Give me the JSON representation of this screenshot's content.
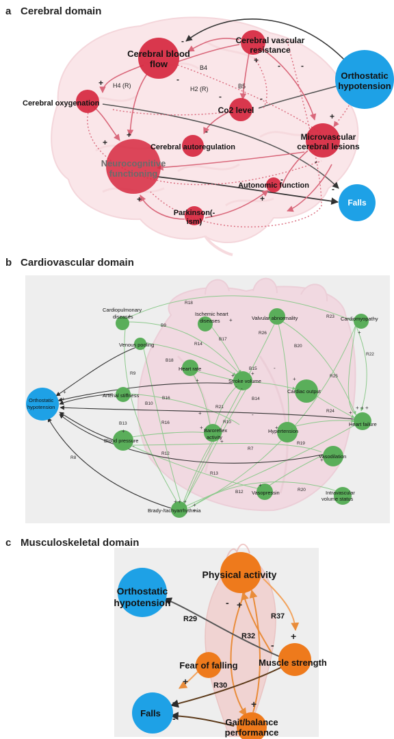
{
  "panels": {
    "a": {
      "letter": "a",
      "title": "Cerebral domain"
    },
    "b": {
      "letter": "b",
      "title": "Cardiovascular domain"
    },
    "c": {
      "letter": "c",
      "title": "Musculoskeletal domain"
    }
  },
  "colors": {
    "cerebral": "#d6283f",
    "cardio": "#5aae5a",
    "muscle": "#ee7a1c",
    "shared": "#1ea1e6",
    "cerebral_link": "#d9677a",
    "cardio_link": "#8cc98c",
    "muscle_link": "#f2a35d"
  },
  "cerebral": {
    "nodes": {
      "orthostatic": "Orthostatic hypotension",
      "falls": "Falls",
      "blood_flow": "Cerebral blood flow",
      "vascular_resistance": "Cerebral vascular resistance",
      "oxygenation": "Cerebral oxygenation",
      "co2": "Co2 level",
      "microvascular": "Microvascular cerebral lesions",
      "neurocognitive": "Neurocognitive functioning",
      "autoregulation": "Cerebral autoregulation",
      "autonomic": "Autonomic function",
      "parkinson": "Parkinson(-ism)"
    },
    "edge_labels": {
      "b4": "B4",
      "b5": "B5",
      "h4": "H4 (R)",
      "h2": "H2 (R)"
    }
  },
  "cardio": {
    "nodes": {
      "cardiopulmonary": "Cardiopulmonary diseases",
      "ischemic": "Ischemic heart diseases",
      "valvular": "Valvular abnormality",
      "cardiomyopathy": "Cardiomyopathy",
      "venous": "Venous pooling",
      "heart_rate": "Heart rate",
      "stroke_volume": "Stroke volume",
      "cardiac_output": "Cardiac output",
      "orthostatic": "Orthostatic hypotension",
      "arterial": "Arterial stiffness",
      "heart_failure": "Heart failure",
      "baroreflex": "Baroreflex activity",
      "hypertension": "Hypertension",
      "blood_pressure": "Blood pressure",
      "vasodilation": "Vasodilation",
      "brady": "Brady-/tachyarrhythmia",
      "vasopressin": "Vasopressin",
      "intravascular": "Intravascular volume status"
    },
    "edge_labels": [
      "R18",
      "B9",
      "B17",
      "R26",
      "R23",
      "R14",
      "B18",
      "B20",
      "R22",
      "R9",
      "B15",
      "R25",
      "B16",
      "B14",
      "B10",
      "R21",
      "R24",
      "B13",
      "R16",
      "R10",
      "R19",
      "R7",
      "R12",
      "R13",
      "R8",
      "B12",
      "R20"
    ]
  },
  "muscle": {
    "nodes": {
      "physical": "Physical activity",
      "orthostatic": "Orthostatic hypotension",
      "strength": "Muscle strength",
      "fear": "Fear of falling",
      "falls": "Falls",
      "gait": "Gait/balance performance"
    },
    "edge_labels": {
      "r37": "R37",
      "r29": "R29",
      "r32": "R32",
      "r30": "R30"
    }
  }
}
